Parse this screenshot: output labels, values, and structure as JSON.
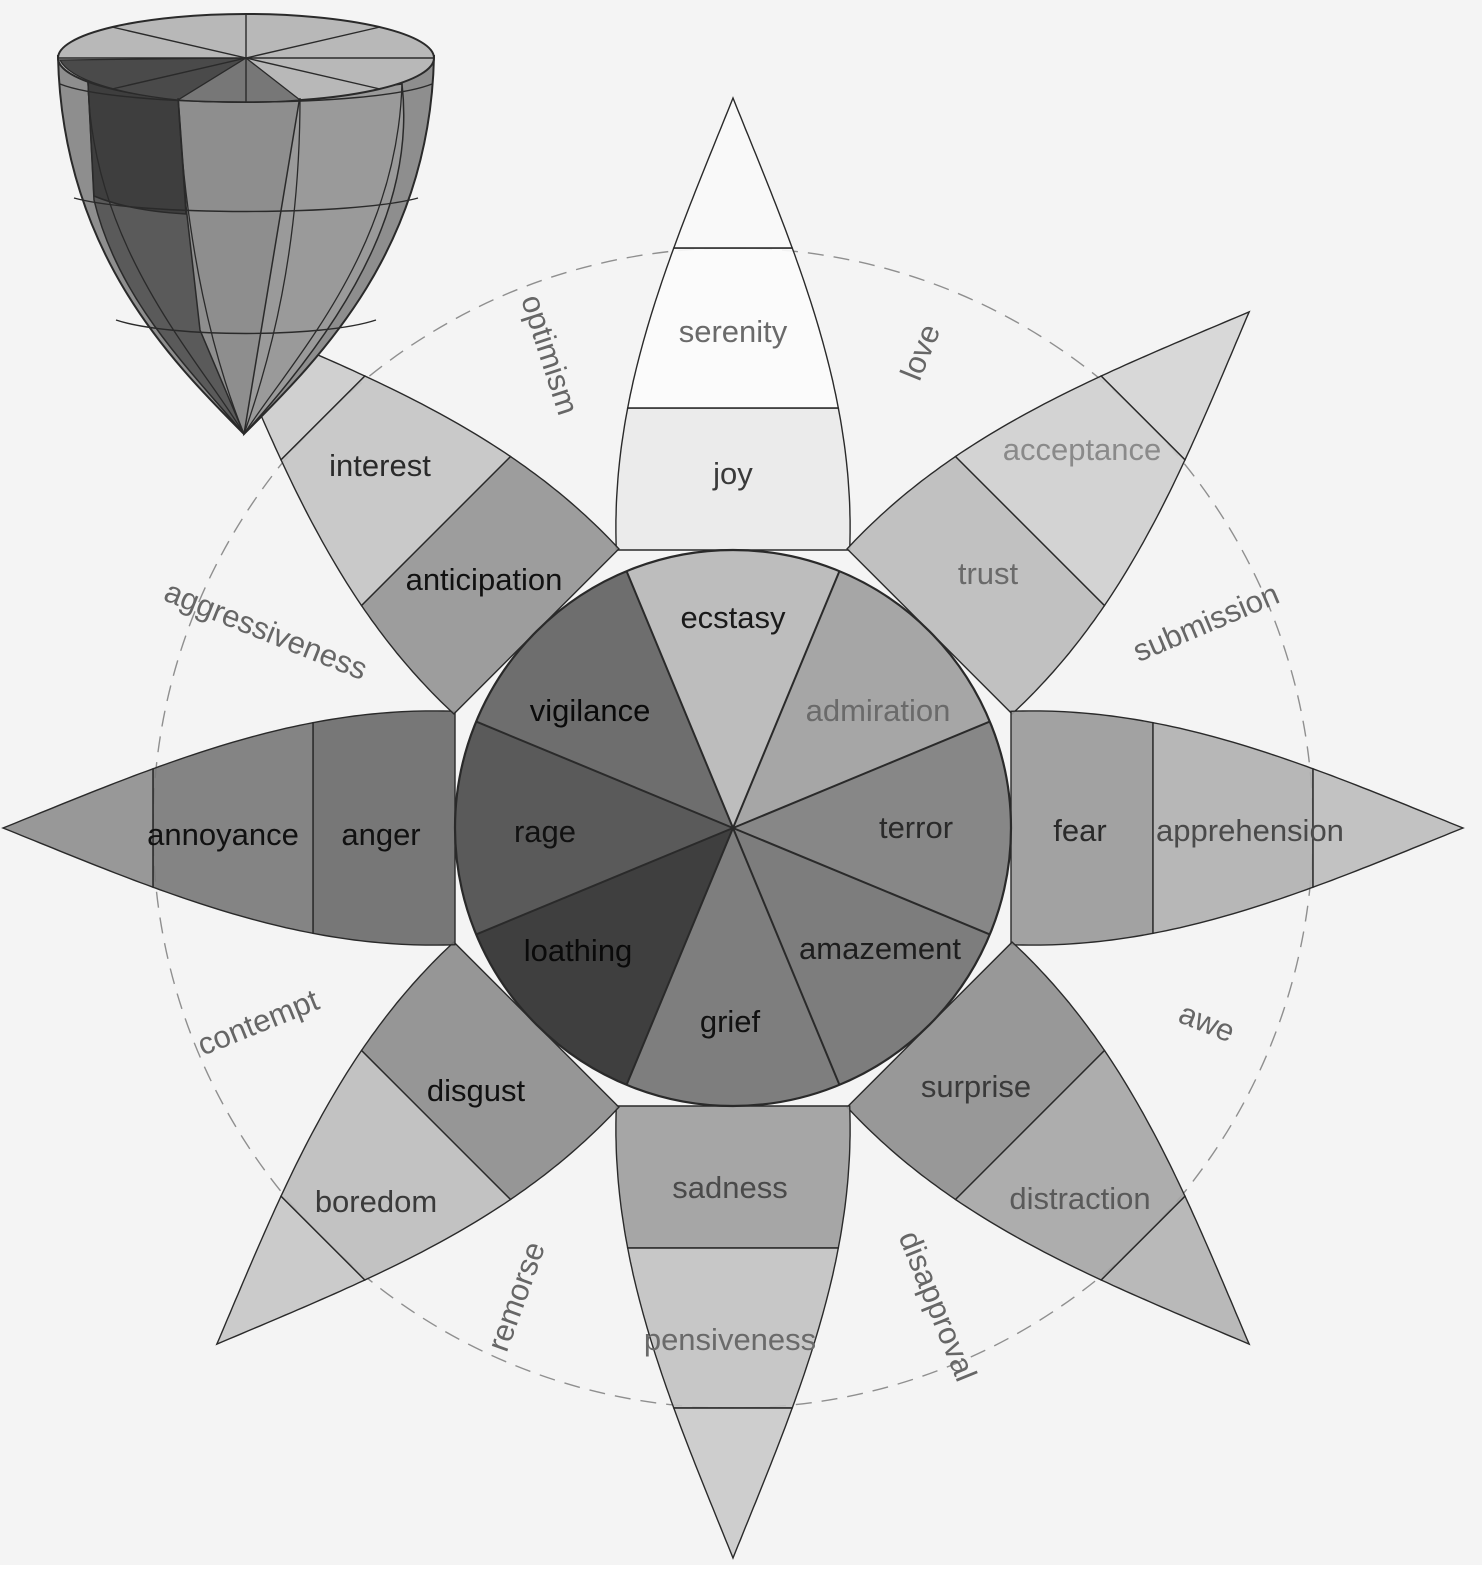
{
  "colors": {
    "background": "#f4f4f4",
    "stroke": "#2a2a2a",
    "dashed_circle": "#8f8f8f",
    "dyad_text": "#666666"
  },
  "petals": [
    {
      "id": "joy",
      "outer": "serenity",
      "middle": "joy",
      "inner": "ecstasy",
      "shades": [
        "#fbfbfb",
        "#e9e9e9",
        "#bdbdbd"
      ]
    },
    {
      "id": "trust",
      "outer": "acceptance",
      "middle": "trust",
      "inner": "admiration",
      "shades": [
        "#cfcfcf",
        "#bcbcbc",
        "#a6a6a6"
      ]
    },
    {
      "id": "fear",
      "outer": "apprehension",
      "middle": "fear",
      "inner": "terror",
      "shades": [
        "#b1b1b1",
        "#9a9a9a",
        "#878787"
      ]
    },
    {
      "id": "surprise",
      "outer": "distraction",
      "middle": "surprise",
      "inner": "amazement",
      "shades": [
        "#a6a6a6",
        "#8f8f8f",
        "#7d7d7d"
      ]
    },
    {
      "id": "sadness",
      "outer": "pensiveness",
      "middle": "sadness",
      "inner": "grief",
      "shades": [
        "#c2c2c2",
        "#9e9e9e",
        "#7e7e7e"
      ]
    },
    {
      "id": "disgust",
      "outer": "boredom",
      "middle": "disgust",
      "inner": "loathing",
      "shades": [
        "#bdbdbd",
        "#8d8d8d",
        "#3f3f3f"
      ]
    },
    {
      "id": "anger",
      "outer": "annoyance",
      "middle": "anger",
      "inner": "rage",
      "shades": [
        "#7a7a7a",
        "#6b6b6b",
        "#5a5a5a"
      ]
    },
    {
      "id": "anticipation",
      "outer": "interest",
      "middle": "anticipation",
      "inner": "vigilance",
      "shades": [
        "#c4c4c4",
        "#959595",
        "#6e6e6e"
      ]
    }
  ],
  "dyads": [
    "love",
    "submission",
    "awe",
    "disapproval",
    "remorse",
    "contempt",
    "aggressiveness",
    "optimism"
  ]
}
